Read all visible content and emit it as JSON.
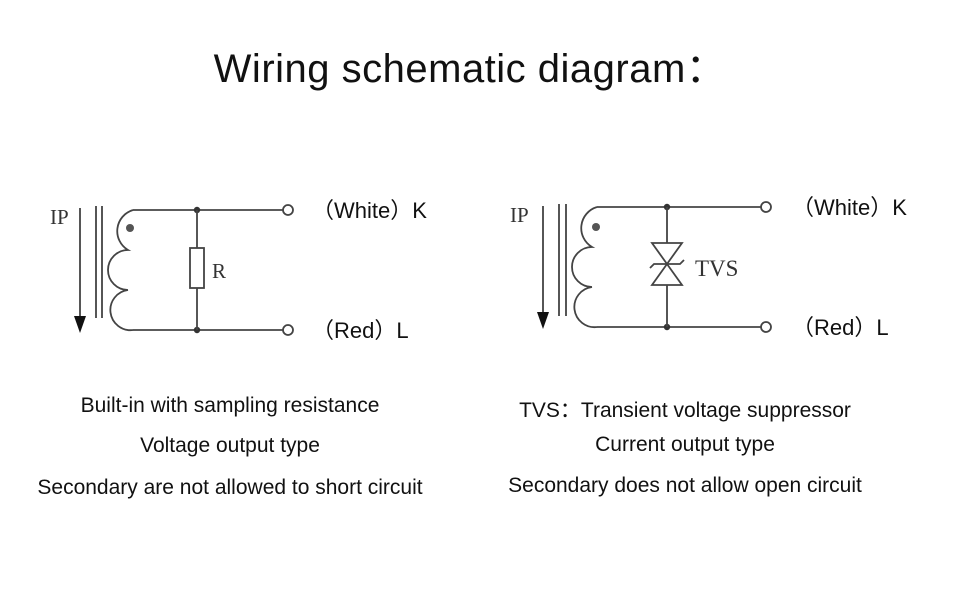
{
  "title": "Wiring schematic diagram：",
  "left_circuit": {
    "current_label": "IP",
    "component_label": "R",
    "terminal_top": "（White）K",
    "terminal_bottom": "（Red）L",
    "captions": [
      "Built-in with sampling resistance",
      "Voltage output type",
      "Secondary are not allowed to short circuit"
    ]
  },
  "right_circuit": {
    "current_label": "IP",
    "component_label": "TVS",
    "terminal_top": "（White）K",
    "terminal_bottom": "（Red）L",
    "captions": [
      "TVS：Transient voltage suppressor",
      "Current output type",
      "Secondary does not allow open circuit"
    ]
  }
}
